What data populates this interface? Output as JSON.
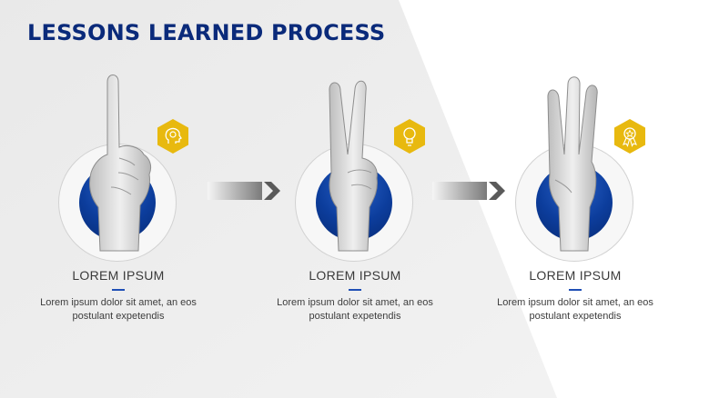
{
  "slide": {
    "title": "LESSONS LEARNED PROCESS",
    "colors": {
      "title": "#0a2a7a",
      "accent_blue": "#0c3d9c",
      "hexagon": "#e8b90f",
      "panel": "#ececec"
    }
  },
  "steps": [
    {
      "title": "LOREM IPSUM",
      "text": "Lorem ipsum dolor sit amet, an eos postulant expetendis",
      "hand": "one-finger-hand",
      "icon": "head-lightbulb-icon"
    },
    {
      "title": "LOREM IPSUM",
      "text": "Lorem ipsum dolor sit amet, an eos postulant expetendis",
      "hand": "two-finger-hand",
      "icon": "lightbulb-icon"
    },
    {
      "title": "LOREM IPSUM",
      "text": "Lorem ipsum dolor sit amet, an eos postulant expetendis",
      "hand": "three-finger-hand",
      "icon": "award-medal-icon"
    }
  ],
  "connectors": [
    "arrow-right-icon",
    "arrow-right-icon"
  ]
}
